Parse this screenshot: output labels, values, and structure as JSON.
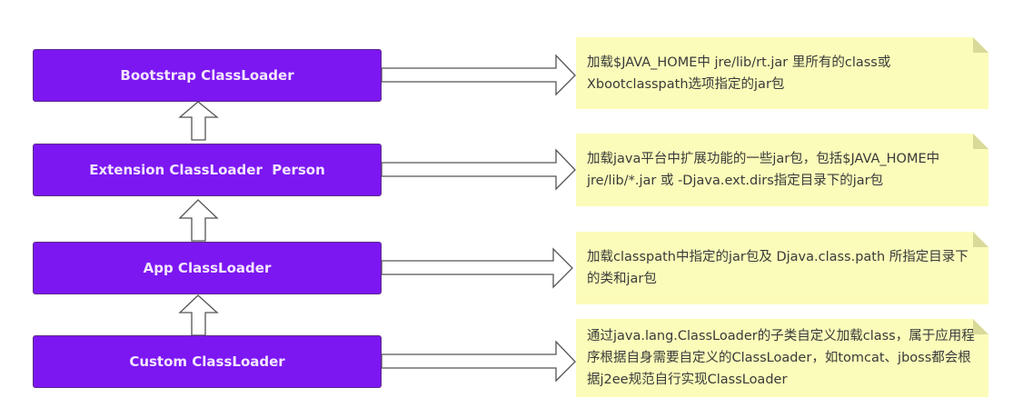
{
  "diagram": {
    "title": "ClassLoader hierarchy",
    "colors": {
      "loader_fill": "#7c17f2",
      "loader_text": "#f3e6ff",
      "note_fill": "#fbfcb9",
      "arrow_stroke": "#555555"
    },
    "loaders": [
      {
        "label": "Bootstrap ClassLoader",
        "note": "加载$JAVA_HOME中 jre/lib/rt.jar 里所有的class或Xbootclasspath选项指定的jar包"
      },
      {
        "label": "Extension ClassLoader  Person",
        "note": "加载java平台中扩展功能的一些jar包，包括$JAVA_HOME中jre/lib/*.jar 或 -Djava.ext.dirs指定目录下的jar包"
      },
      {
        "label": "App ClassLoader",
        "note": "加载classpath中指定的jar包及 Djava.class.path 所指定目录下的类和jar包"
      },
      {
        "label": "Custom ClassLoader",
        "note": "通过java.lang.ClassLoader的子类自定义加载class，属于应用程序根据自身需要自定义的ClassLoader，如tomcat、jboss都会根据j2ee规范自行实现ClassLoader"
      }
    ],
    "connections": [
      {
        "from": "Extension ClassLoader  Person",
        "to": "Bootstrap ClassLoader",
        "type": "parent-arrow"
      },
      {
        "from": "App ClassLoader",
        "to": "Extension ClassLoader  Person",
        "type": "parent-arrow"
      },
      {
        "from": "Custom ClassLoader",
        "to": "App ClassLoader",
        "type": "parent-arrow"
      }
    ]
  }
}
